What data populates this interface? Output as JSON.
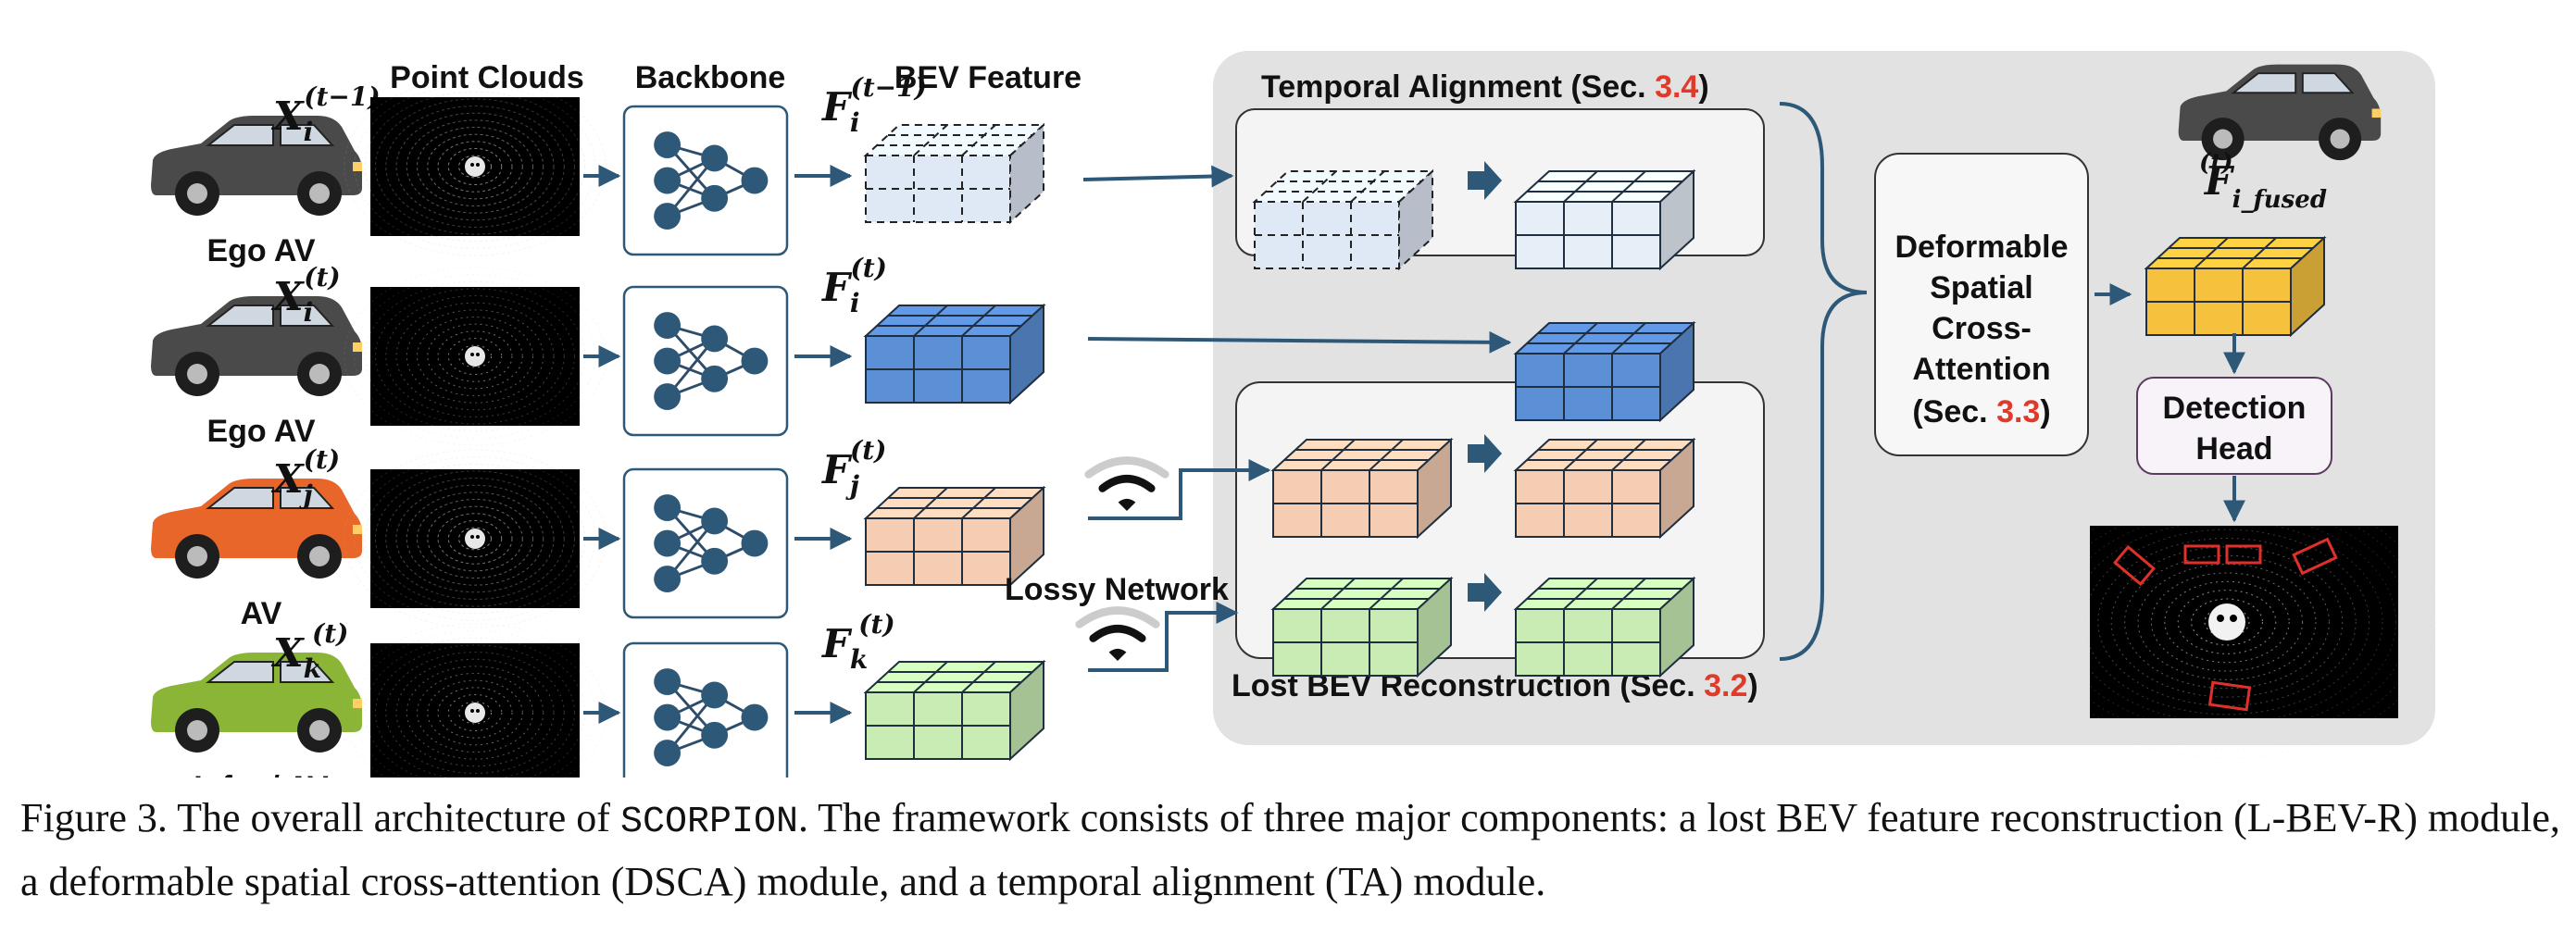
{
  "headers": {
    "point_clouds": "Point Clouds",
    "backbone": "Backbone",
    "bev_feature": "BEV Feature"
  },
  "agents": [
    {
      "label": "Ego AV",
      "input_sym": "X",
      "input_sub": "i",
      "input_sup": "(t−1)",
      "feat_sym": "F",
      "feat_sub": "i",
      "feat_sup": "(t−1)",
      "car_color": "#4a4a4a"
    },
    {
      "label": "Ego AV",
      "input_sym": "X",
      "input_sub": "i",
      "input_sup": "(t)",
      "feat_sym": "F",
      "feat_sub": "i",
      "feat_sup": "(t)",
      "car_color": "#4a4a4a"
    },
    {
      "label": "AV",
      "input_sym": "X",
      "input_sub": "j",
      "input_sup": "(t)",
      "feat_sym": "F",
      "feat_sub": "j",
      "feat_sup": "(t)",
      "car_color": "#e8662a"
    },
    {
      "label": "Infra / AV",
      "input_sym": "X",
      "input_sub": "k",
      "input_sup": "(t)",
      "feat_sym": "F",
      "feat_sub": "k",
      "feat_sup": "(t)",
      "car_color": "#8ab536"
    }
  ],
  "network": {
    "label": "Lossy Network"
  },
  "modules": {
    "temporal_alignment": {
      "text": "Temporal Alignment (Sec. ",
      "ref": "3.4",
      "close": ")"
    },
    "reconstruction": {
      "text": "Lost BEV Reconstruction (Sec. ",
      "ref": "3.2",
      "close": ")"
    },
    "dsca": {
      "lines": [
        "Deformable",
        "Spatial",
        "Cross-",
        "Attention"
      ],
      "sec_text": "(Sec. ",
      "ref": "3.3",
      "close": ")"
    },
    "fused": {
      "sym": "F",
      "sub": "i_fused",
      "sup": "(t)"
    },
    "detection_head": {
      "lines": [
        "Detection",
        "Head"
      ]
    }
  },
  "colors": {
    "blue_feature": "#5b8fd6",
    "dashed_feature": "#dfe8f5",
    "peach_feature": "#f5cdb3",
    "green_feature": "#c8ecb4",
    "fused_feature": "#f6c23e",
    "arrow": "#2e5878",
    "panel": "#e2e2e2",
    "accent_ref": "#e03a2a"
  },
  "caption": {
    "prefix": "Figure 3. The overall architecture of ",
    "name": "SCORPION",
    "rest": ". The framework consists of three major components: a lost BEV feature reconstruction (L-BEV-R) module, a deformable spatial cross-attention (DSCA) module, and a temporal alignment (TA) module."
  }
}
